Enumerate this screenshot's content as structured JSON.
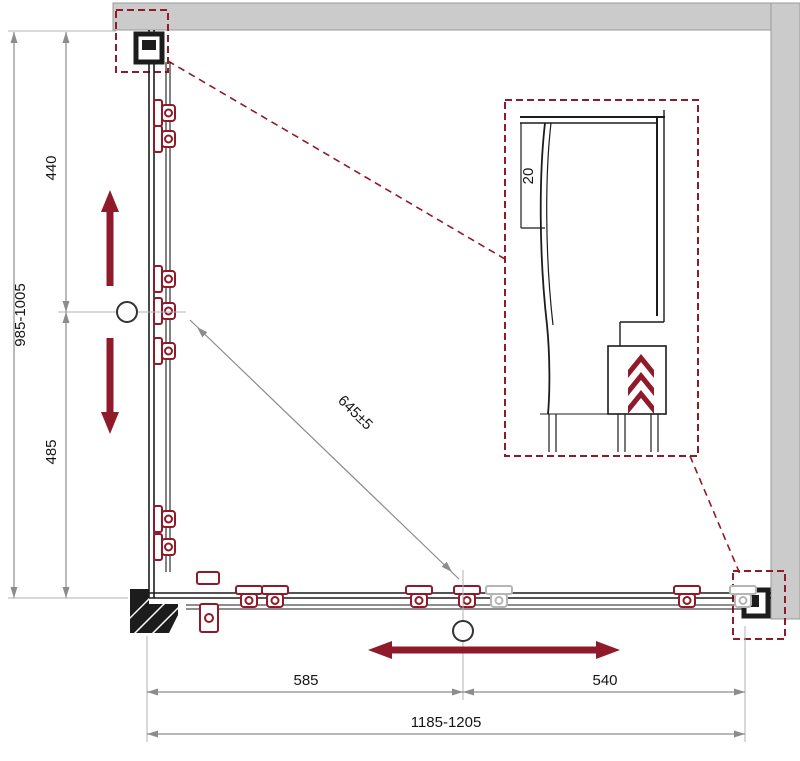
{
  "colors": {
    "accent": "#8f1a2a",
    "wall_fill": "#cbcbcb",
    "wall_edge": "#999999",
    "drawing_line": "#1c1c1c",
    "dim_line": "#8c8c8c",
    "ghost_line": "#b5b5b5"
  },
  "dimensions": {
    "left_total": "985-1005",
    "left_upper": "440",
    "left_lower": "485",
    "diagonal": "645±5",
    "detail_glass_thickness": "20",
    "bottom_door": "585",
    "bottom_fixed": "540",
    "bottom_total": "1185-1205"
  }
}
